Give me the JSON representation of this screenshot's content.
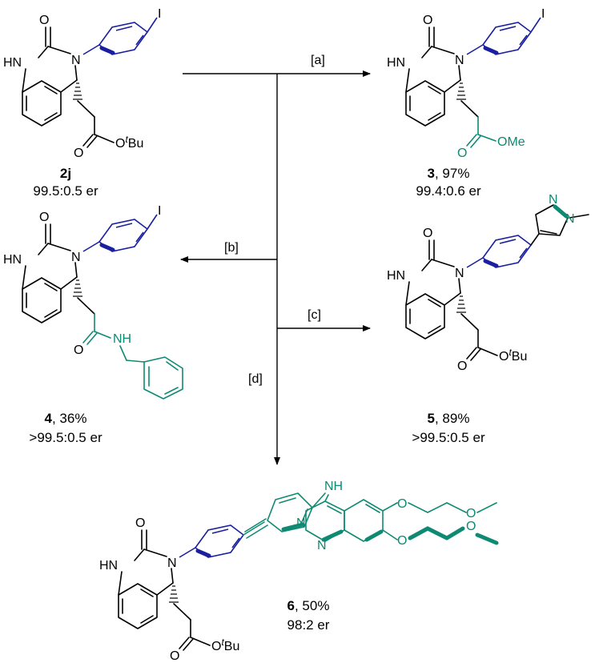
{
  "conditions": {
    "a": "[a]",
    "b": "[b]",
    "c": "[c]",
    "d": "[d]"
  },
  "atoms": {
    "O": "O",
    "HN": "HN",
    "N": "N",
    "I": "I",
    "NH": "NH",
    "Otbu_O": "O",
    "Otbu_t": "t",
    "Otbu_Bu": "Bu",
    "OMe": "OMe"
  },
  "compounds": [
    {
      "id": "2j",
      "number": "2j",
      "yield": "",
      "er": "99.5:0.5 er"
    },
    {
      "id": "3",
      "number": "3",
      "yield": ", 97%",
      "er": "99.4:0.6 er"
    },
    {
      "id": "4",
      "number": "4",
      "yield": ", 36%",
      "er": ">99.5:0.5 er"
    },
    {
      "id": "5",
      "number": "5",
      "yield": ", 89%",
      "er": ">99.5:0.5 er"
    },
    {
      "id": "6",
      "number": "6",
      "yield": ", 50%",
      "er": "98:2 er"
    }
  ],
  "colors": {
    "aryl_blue": "#1a1fa0",
    "modification_teal": "#0e8a73",
    "ink": "#000000"
  }
}
